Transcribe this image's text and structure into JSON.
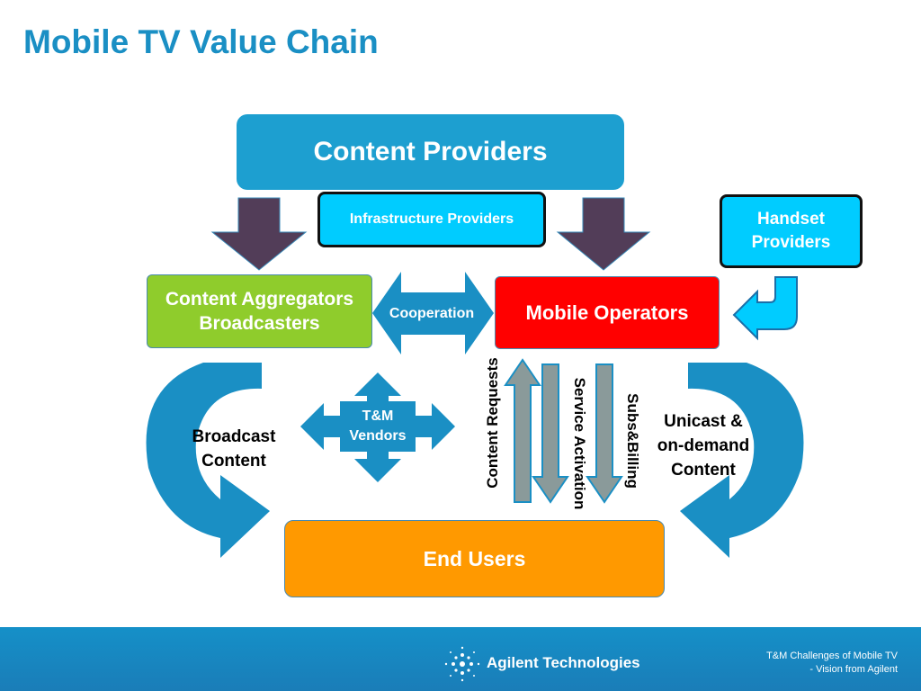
{
  "title": "Mobile TV Value Chain",
  "nodes": {
    "content_providers": "Content Providers",
    "infrastructure_providers": "Infrastructure Providers",
    "handset_providers_line1": "Handset",
    "handset_providers_line2": "Providers",
    "aggregators_line1": "Content Aggregators",
    "aggregators_line2": "Broadcasters",
    "mobile_operators": "Mobile Operators",
    "end_users": "End Users",
    "tm_vendors_line1": "T&M",
    "tm_vendors_line2": "Vendors"
  },
  "edges": {
    "cooperation": "Cooperation",
    "broadcast_line1": "Broadcast",
    "broadcast_line2": "Content",
    "unicast_line1": "Unicast &",
    "unicast_line2": "on-demand",
    "unicast_line3": "Content",
    "content_requests": "Content Requests",
    "service_activation": "Service Activation",
    "subs_billing": "Subs&Billing"
  },
  "footer": {
    "company": "Agilent Technologies",
    "line1": "T&M Challenges of Mobile TV",
    "line2": "- Vision from Agilent"
  },
  "colors": {
    "title": "#1a8fc4",
    "content_providers": "#1d9fd0",
    "infrastructure": "#00ccff",
    "aggregators": "#8fcc2c",
    "operators": "#ff0000",
    "end_users": "#ff9900",
    "flow_arrows": "#1a8fc4",
    "down_arrows": "#523d58",
    "grey_arrows": "#8a9a9a"
  }
}
